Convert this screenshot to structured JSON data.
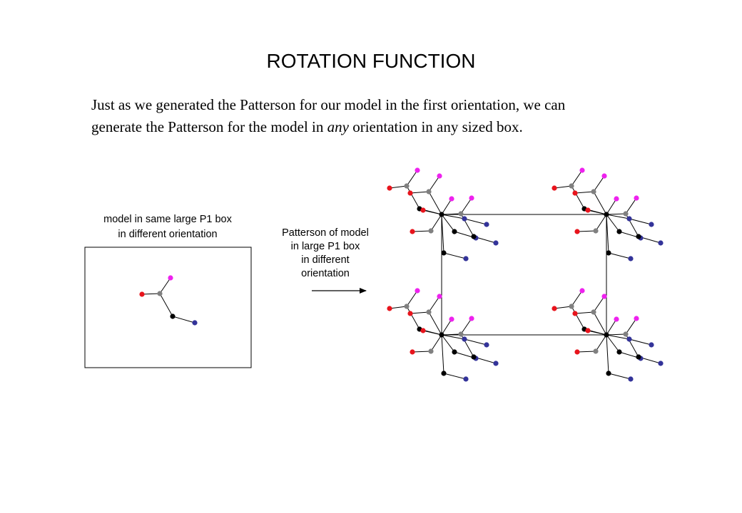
{
  "title": "ROTATION FUNCTION",
  "intro": {
    "line1": "Just as we generated the Patterson for our model in the first orientation, we can",
    "line2_before": "generate the Patterson for the model in ",
    "line2_emphasis": "any",
    "line2_after": " orientation in any sized box."
  },
  "left_panel": {
    "caption_line1": "model in same large P1 box",
    "caption_line2": "in different orientation"
  },
  "right_panel": {
    "caption_lines": [
      "Patterson of model",
      "in large P1 box",
      "in different",
      "orientation"
    ]
  },
  "colors": {
    "red": "#e8141c",
    "magenta": "#ee22ee",
    "gray": "#808080",
    "black": "#000000",
    "navy": "#333399",
    "line": "#000000"
  }
}
